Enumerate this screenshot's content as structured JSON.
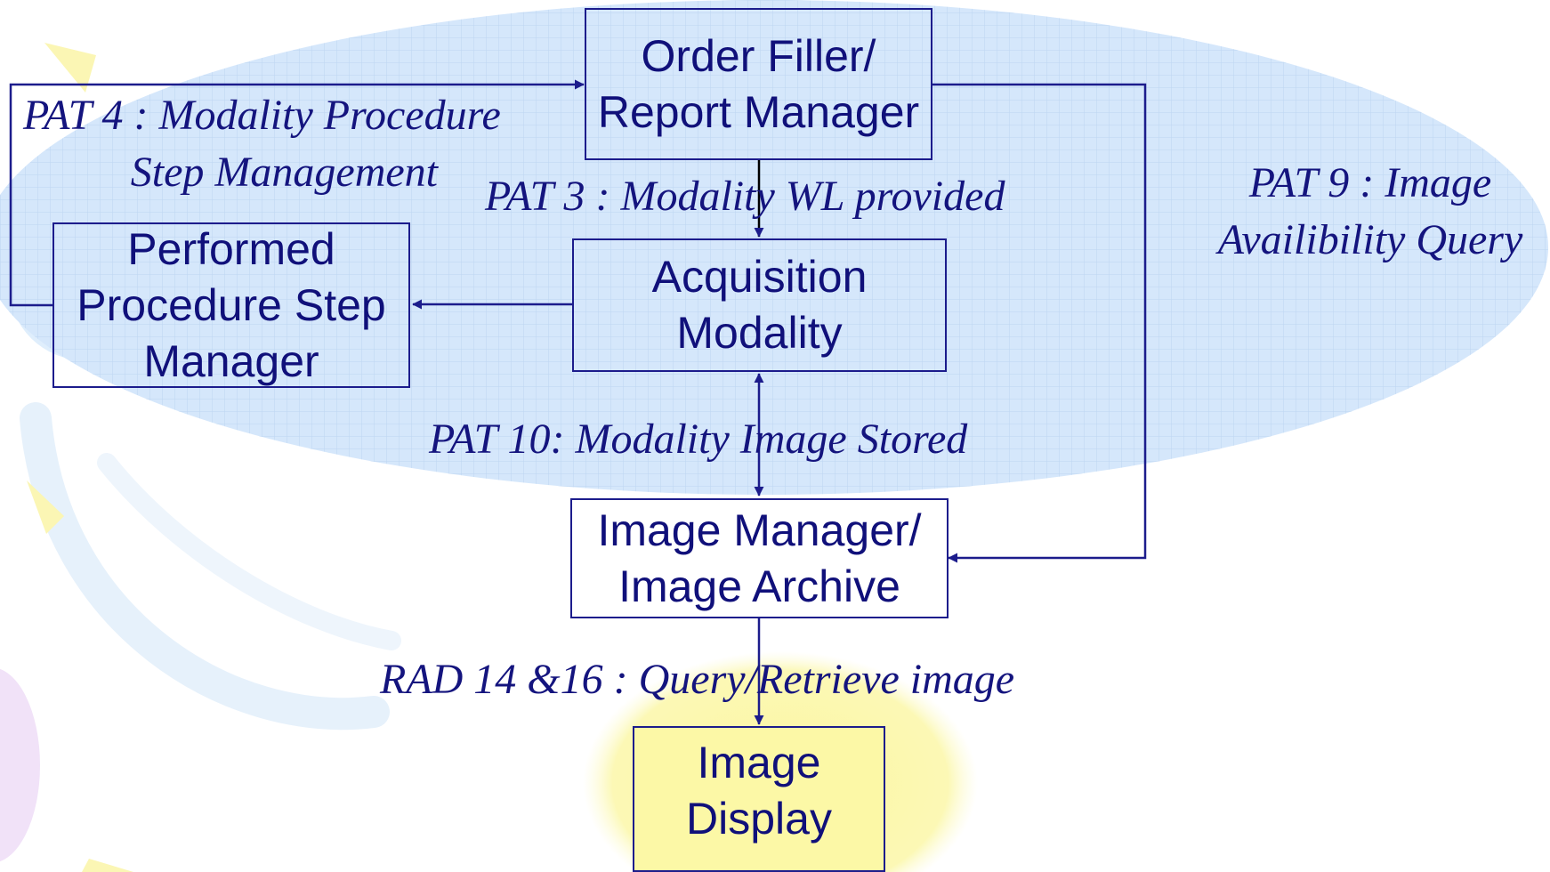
{
  "nodes": {
    "order_filler": {
      "lines": [
        "Order Filler/",
        "Report Manager"
      ]
    },
    "pps_manager": {
      "lines": [
        "Performed",
        "Procedure Step",
        "Manager"
      ]
    },
    "acquisition_modality": {
      "lines": [
        "Acquisition",
        "Modality"
      ]
    },
    "image_manager": {
      "lines": [
        "Image Manager/",
        "Image Archive"
      ]
    },
    "image_display": {
      "lines": [
        "Image",
        "Display"
      ]
    }
  },
  "edges": {
    "pat4": {
      "lines": [
        "PAT 4 : Modality Procedure",
        "Step Management"
      ]
    },
    "pat3": {
      "text": "PAT 3 : Modality WL provided"
    },
    "pat9": {
      "lines": [
        "PAT 9 : Image",
        "Availibility Query"
      ]
    },
    "pat10": {
      "text": "PAT 10: Modality Image Stored"
    },
    "rad14_16": {
      "text": "RAD 14 &16 : Query/Retrieve image"
    }
  },
  "colors": {
    "node_border": "#1c1c8c",
    "text": "#10107a",
    "ellipse_fill": "#d5e7fb",
    "grid_line": "#bdd6f2",
    "highlight_fill": "#fcf8a6"
  }
}
